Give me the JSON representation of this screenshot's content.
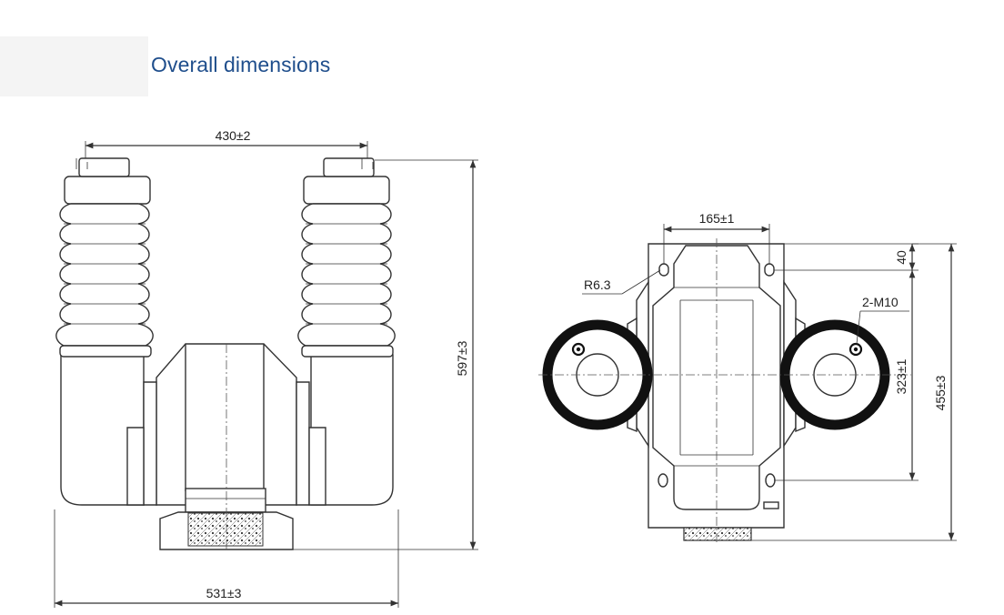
{
  "page": {
    "title": "Overall dimensions"
  },
  "front_view": {
    "dimensions": {
      "terminal_spacing": "430±2",
      "base_width": "531±3",
      "overall_height": "597±3"
    }
  },
  "side_view": {
    "dimensions": {
      "inner_width": "165±1",
      "slot_radius": "R6.3",
      "mounting_thread": "2-M10",
      "top_offset": "40",
      "hole_spacing": "323±1",
      "overall_height": "455±3"
    }
  },
  "colors": {
    "title": "#1f4e8c",
    "line": "#333333",
    "ring": "#111111"
  }
}
